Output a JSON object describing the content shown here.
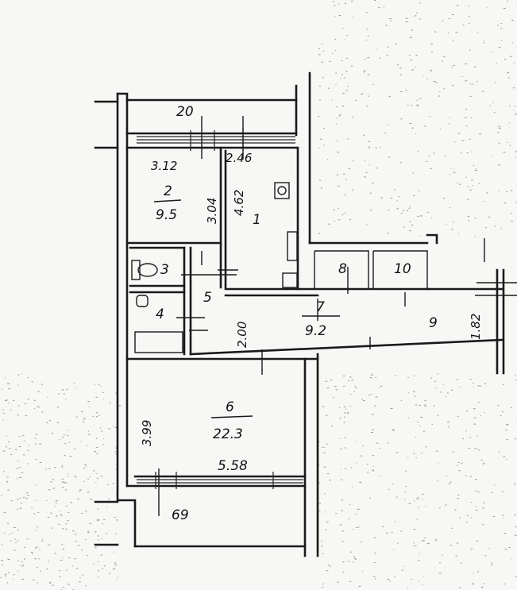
{
  "rooms": [
    {
      "id": "1",
      "area": "",
      "label": "1"
    },
    {
      "id": "2",
      "area": "9.5",
      "label": "2"
    },
    {
      "id": "3",
      "label": "3"
    },
    {
      "id": "4",
      "label": "4"
    },
    {
      "id": "5",
      "label": "5"
    },
    {
      "id": "6",
      "area": "22.3",
      "label": "6"
    },
    {
      "id": "7",
      "area": "9.2",
      "label": "7"
    },
    {
      "id": "8",
      "label": "8"
    },
    {
      "id": "9",
      "label": "9"
    },
    {
      "id": "10",
      "label": "10"
    }
  ],
  "dimensions": {
    "balcony_top": "20",
    "room2_width": "3.12",
    "room2_depth": "3.04",
    "kitchen_width": "2.46",
    "kitchen_depth": "4.62",
    "hall_width": "2.00",
    "room6_depth": "3.99",
    "room6_width": "5.58",
    "balcony_bottom": "69",
    "corridor_width": "1.82"
  }
}
